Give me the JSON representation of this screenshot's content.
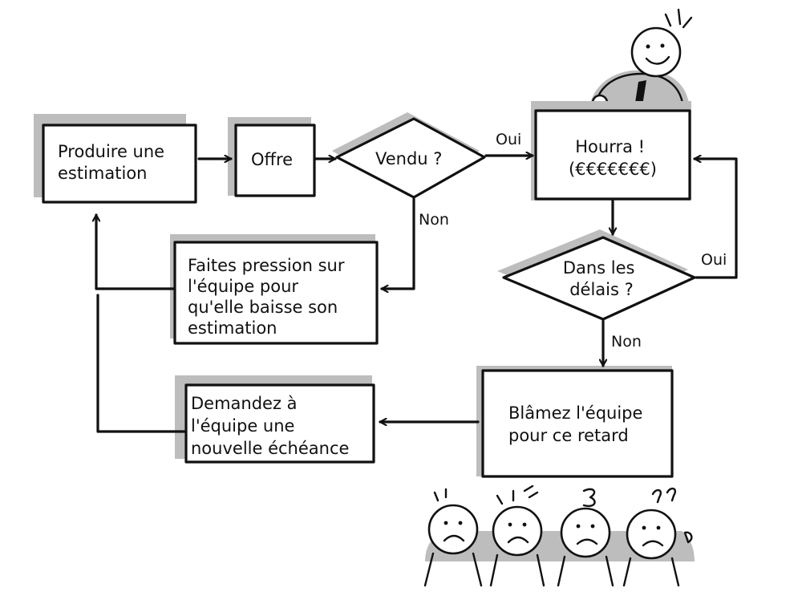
{
  "nodes": {
    "estimate": {
      "lines": [
        "Produire une",
        "estimation"
      ]
    },
    "offer": {
      "lines": [
        "Offre"
      ]
    },
    "sold": {
      "lines": [
        "Vendu ?"
      ]
    },
    "hooray": {
      "lines": [
        "Hourra !",
        "(€€€€€€€)"
      ]
    },
    "on_time": {
      "lines": [
        "Dans les",
        "délais ?"
      ]
    },
    "pressure": {
      "lines": [
        "Faites pression sur",
        "l'équipe pour",
        "qu'elle baisse son",
        "estimation"
      ]
    },
    "blame": {
      "lines": [
        "Blâmez l'équipe",
        "pour ce retard"
      ]
    },
    "new_deadline": {
      "lines": [
        "Demandez à",
        "l'équipe une",
        "nouvelle échéance"
      ]
    }
  },
  "edge_labels": {
    "sold_yes": "Oui",
    "sold_no": "Non",
    "on_time_yes": "Oui",
    "on_time_no": "Non"
  }
}
